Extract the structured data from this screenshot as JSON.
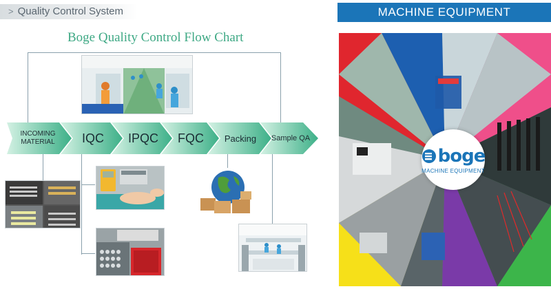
{
  "section": {
    "chevron": ">",
    "title": "Quality Control System"
  },
  "chart": {
    "title": "Boge Quality Control Flow Chart",
    "steps": [
      {
        "label_line1": "INCOMING",
        "label_line2": "MATERIAL"
      },
      {
        "label": "IQC"
      },
      {
        "label": "IPQC"
      },
      {
        "label": "FQC"
      },
      {
        "label": "Packing"
      },
      {
        "label": "Sample QA"
      }
    ]
  },
  "equipment": {
    "banner": "MACHINE EQUIPMENT",
    "logo_word": "boge",
    "logo_caption": "MACHINE EQUIPMENT",
    "colors": {
      "banner": "#1b75b8",
      "red": "#e0262e",
      "pink": "#ef4f8a",
      "yellow": "#f6e019",
      "green": "#3cb54a",
      "blue": "#1d5fb0",
      "purple": "#7a3aa8"
    }
  },
  "colors": {
    "arrow_light": "#bfe9d6",
    "arrow_dark": "#43b58d",
    "title_green": "#3fa985"
  }
}
